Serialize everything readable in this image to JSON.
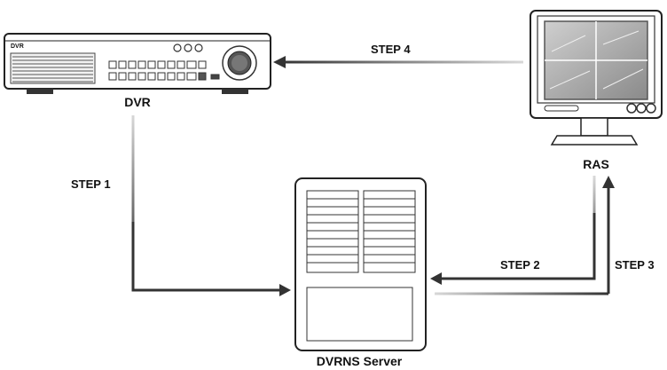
{
  "nodes": {
    "dvr": {
      "label": "DVR",
      "panel_brand": "DVR"
    },
    "ras": {
      "label": "RAS"
    },
    "server": {
      "label": "DVRNS Server"
    }
  },
  "edges": [
    {
      "id": "step1",
      "label": "STEP 1",
      "from": "DVR",
      "to": "DVRNS Server"
    },
    {
      "id": "step2",
      "label": "STEP 2",
      "from": "RAS",
      "to": "DVRNS Server"
    },
    {
      "id": "step3",
      "label": "STEP 3",
      "from": "DVRNS Server",
      "to": "RAS"
    },
    {
      "id": "step4",
      "label": "STEP 4",
      "from": "RAS",
      "to": "DVR"
    }
  ],
  "colors": {
    "line_dark": "#333333",
    "line_light": "#d8d8d8",
    "device_fill": "#ffffff",
    "device_stroke": "#222222"
  }
}
